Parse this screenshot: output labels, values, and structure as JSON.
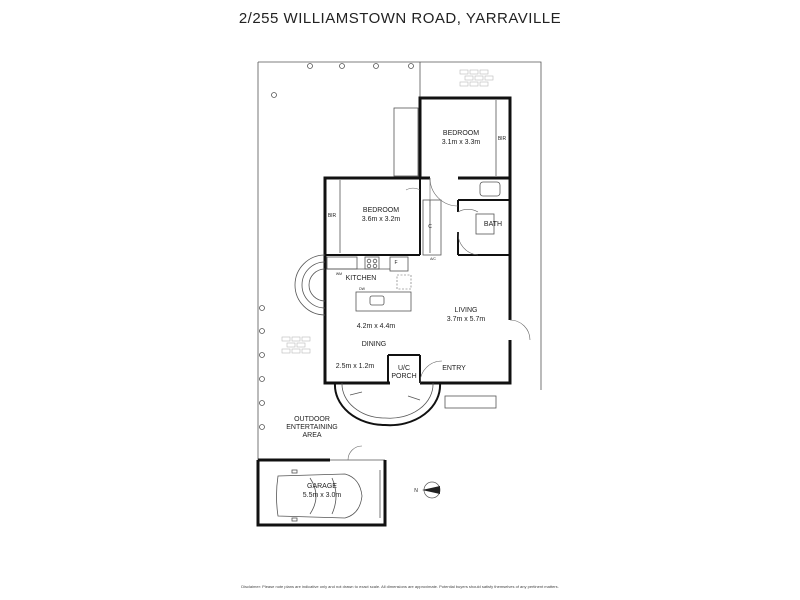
{
  "title": "2/255 WILLIAMSTOWN ROAD, YARRAVILLE",
  "rooms": {
    "bedroom1": {
      "name": "BEDROOM",
      "size": "3.1m x 3.3m"
    },
    "bedroom2": {
      "name": "BEDROOM",
      "size": "3.6m x 3.2m"
    },
    "bir1": "BIR",
    "bir2": "BIR",
    "bath": "BATH",
    "wm": "WM",
    "kitchen": "KITCHEN",
    "dw": "DW",
    "fridge": "F",
    "cupboard": "C",
    "ac": "A/C",
    "kitchen_dining_size": "4.2m x 4.4m",
    "dining": "DINING",
    "living": {
      "name": "LIVING",
      "size": "3.7m x 5.7m"
    },
    "store_size": "2.5m x 1.2m",
    "porch": [
      "U/C",
      "PORCH"
    ],
    "entry": "ENTRY",
    "outdoor": [
      "OUTDOOR",
      "ENTERTAINING",
      "AREA"
    ],
    "garage": {
      "name": "GARAGE",
      "size": "5.5m x 3.0m"
    }
  },
  "compass": {
    "label": "N"
  },
  "disclaimer": "Disclaimer: Please note plans are indicative only and not drawn to exact scale. All dimensions are approximate. Potential buyers should satisfy themselves of any pertinent matters."
}
